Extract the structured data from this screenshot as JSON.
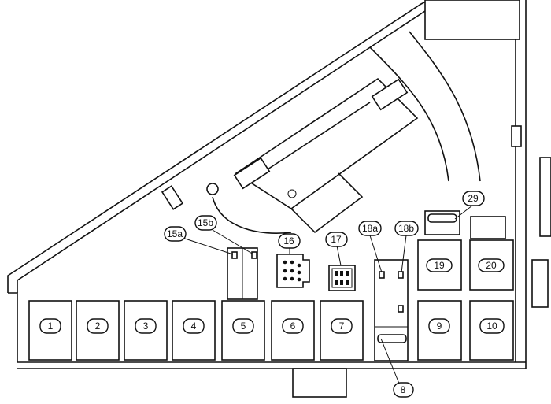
{
  "diagram": {
    "relays_bottom": [
      "1",
      "2",
      "3",
      "4",
      "5",
      "6",
      "7",
      "9",
      "10"
    ],
    "relays_top": [
      "19",
      "20"
    ],
    "callouts": {
      "c15a": "15a",
      "c15b": "15b",
      "c16": "16",
      "c17": "17",
      "c18a": "18a",
      "c18b": "18b",
      "c29": "29",
      "c8": "8"
    }
  }
}
